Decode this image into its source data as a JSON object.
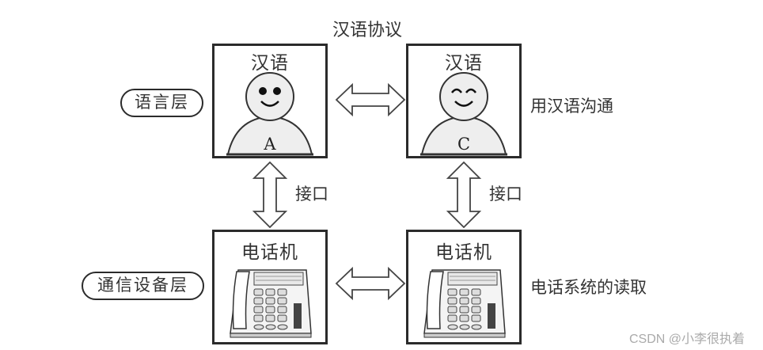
{
  "diagram": {
    "title": "汉语协议",
    "layers": [
      {
        "label": "语言层",
        "right_label": "用汉语沟通"
      },
      {
        "label": "通信设备层",
        "right_label": "电话系统的读取"
      }
    ],
    "top_boxes": [
      {
        "title": "汉语",
        "person_letter": "A",
        "face": "dot-eyes-smile"
      },
      {
        "title": "汉语",
        "person_letter": "C",
        "face": "closed-eyes-smile"
      }
    ],
    "bottom_boxes": [
      {
        "title": "电话机",
        "icon": "telephone-icon"
      },
      {
        "title": "电话机",
        "icon": "telephone-icon"
      }
    ],
    "interfaces": [
      {
        "label": "接口"
      },
      {
        "label": "接口"
      }
    ],
    "colors": {
      "stroke": "#2b2b2b",
      "fill_light": "#eeeeee",
      "background": "#ffffff"
    }
  },
  "watermark": "CSDN @小李很执着"
}
